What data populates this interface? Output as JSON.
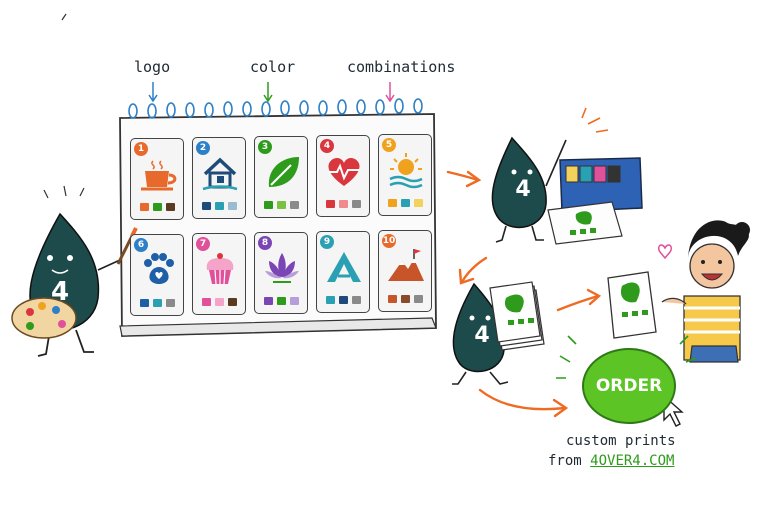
{
  "labels": {
    "logo": "logo",
    "color": "color",
    "combinations": "combinations"
  },
  "cards": [
    {
      "number": "1",
      "icon": "coffee-cup-icon",
      "badge_color": "#e8692c",
      "swatches": [
        "#e8692c",
        "#2e9b1c",
        "#5a3b22"
      ]
    },
    {
      "number": "2",
      "icon": "house-icon",
      "badge_color": "#2d7fc7",
      "swatches": [
        "#1f4b7a",
        "#2aa1b3",
        "#9bbcd0"
      ]
    },
    {
      "number": "3",
      "icon": "leaf-icon",
      "badge_color": "#2e9b1c",
      "swatches": [
        "#2e9b1c",
        "#7bc142",
        "#8a8a8a"
      ]
    },
    {
      "number": "4",
      "icon": "heart-pulse-icon",
      "badge_color": "#d9363e",
      "swatches": [
        "#d9363e",
        "#ef8b8f",
        "#8a8a8a"
      ]
    },
    {
      "number": "5",
      "icon": "sun-waves-icon",
      "badge_color": "#f0a21f",
      "swatches": [
        "#f0a21f",
        "#2aa1b3",
        "#f2d15c"
      ]
    },
    {
      "number": "6",
      "icon": "paw-icon",
      "badge_color": "#2d7fc7",
      "swatches": [
        "#1f5fa8",
        "#2aa1b3",
        "#8a8a8a"
      ]
    },
    {
      "number": "7",
      "icon": "cupcake-icon",
      "badge_color": "#e0509b",
      "swatches": [
        "#e0509b",
        "#f3a4c8",
        "#5a3b22"
      ]
    },
    {
      "number": "8",
      "icon": "lotus-icon",
      "badge_color": "#7a45b5",
      "swatches": [
        "#7a45b5",
        "#2e9b1c",
        "#b89ed8"
      ]
    },
    {
      "number": "9",
      "icon": "mountain-a-icon",
      "badge_color": "#2aa1b3",
      "swatches": [
        "#2aa1b3",
        "#1f4b7a",
        "#8a8a8a"
      ]
    },
    {
      "number": "10",
      "icon": "mountain-flag-icon",
      "badge_color": "#e8692c",
      "swatches": [
        "#c8552a",
        "#8b4a2b",
        "#8a8a8a"
      ]
    }
  ],
  "mascot_number": "4",
  "order_button": "ORDER",
  "caption": {
    "line1": "custom prints",
    "from": "from ",
    "site": "4OVER4.COM"
  },
  "colors": {
    "mascot": "#1d4a4a",
    "order_green": "#5cc424",
    "arrow_orange": "#ef6a22",
    "site_green": "#2e9b1c"
  }
}
